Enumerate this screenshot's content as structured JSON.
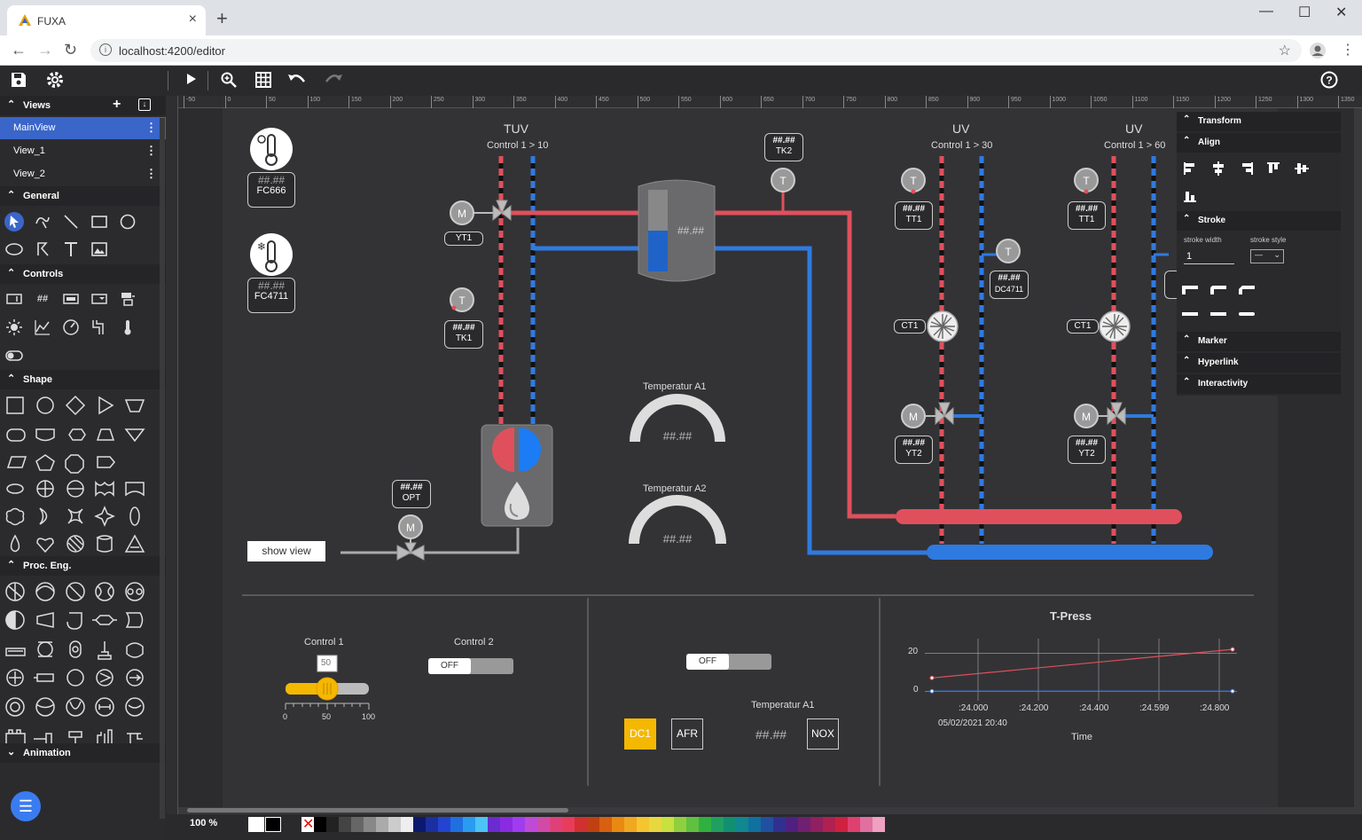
{
  "browser": {
    "tab_title": "FUXA",
    "url": "localhost:4200/editor"
  },
  "toolbar": {
    "icons": [
      "save-icon",
      "settings-icon",
      "play-icon",
      "zoom-icon",
      "grid-icon",
      "undo-icon",
      "redo-icon",
      "help-icon"
    ]
  },
  "sidebar": {
    "views_title": "Views",
    "views": [
      "MainView",
      "View_1",
      "View_2"
    ],
    "general_title": "General",
    "controls_title": "Controls",
    "shape_title": "Shape",
    "proc_title": "Proc. Eng.",
    "animation_title": "Animation"
  },
  "ruler": {
    "ticks": [
      "-50",
      "0",
      "50",
      "100",
      "150",
      "200",
      "250",
      "300",
      "350",
      "400",
      "450",
      "500",
      "550",
      "600",
      "650",
      "700",
      "750",
      "800",
      "850",
      "900",
      "950",
      "1000",
      "1050",
      "1100",
      "1150",
      "1200",
      "1250",
      "1300",
      "1350"
    ]
  },
  "right_panel": {
    "transform": "Transform",
    "align": "Align",
    "stroke": "Stroke",
    "stroke_width_label": "stroke width",
    "stroke_width_value": "1",
    "stroke_style_label": "stroke style",
    "stroke_style_value": "—",
    "marker": "Marker",
    "hyperlink": "Hyperlink",
    "interactivity": "Interactivity"
  },
  "diagram": {
    "tuv_title": "TUV",
    "tuv_sub": "Control 1 > 10",
    "uv1_title": "UV",
    "uv1_sub": "Control 1 > 30",
    "uv2_title": "UV",
    "uv2_sub": "Control 1 > 60",
    "placeholder": "##.##",
    "fc666": "FC666",
    "fc4711": "FC4711",
    "yt1": "YT1",
    "tk1": "TK1",
    "tk2": "TK2",
    "opt": "OPT",
    "tt1": "TT1",
    "dc4711": "DC4711",
    "ct1": "CT1",
    "yt2": "YT2",
    "m": "M",
    "t": "T",
    "show_view": "show view",
    "gauge1_title": "Temperatur A1",
    "gauge2_title": "Temperatur A2"
  },
  "controls": {
    "control1_label": "Control 1",
    "control1_value": "50",
    "slider_min": "0",
    "slider_mid": "50",
    "slider_max": "100",
    "slider_fraction": 0.5,
    "control2_label": "Control 2",
    "off": "OFF",
    "temp_label": "Temperatur A1",
    "dc1": "DC1",
    "afr": "AFR",
    "nox": "NOX",
    "value": "##.##"
  },
  "chart_data": {
    "type": "line",
    "title": "T-Press",
    "xlabel": "Time",
    "ylabel": "",
    "x_ticks": [
      ":24.000",
      ":24.200",
      ":24.400",
      ":24.599",
      ":24.800"
    ],
    "date_label": "05/02/2021 20:40",
    "y_ticks": [
      "0",
      "20"
    ],
    "ylim": [
      -5,
      30
    ],
    "series": [
      {
        "color": "#e0505c",
        "x": [
          0,
          1
        ],
        "y": [
          7,
          22
        ]
      },
      {
        "color": "#3a7ce0",
        "x": [
          0,
          1
        ],
        "y": [
          0,
          0
        ]
      }
    ]
  },
  "status": {
    "zoom": "100 %"
  },
  "colors": {
    "accent": "#3a65c9",
    "red_pipe": "#e0505c",
    "blue_pipe": "#2f7ae0",
    "yellow": "#f5b800"
  }
}
